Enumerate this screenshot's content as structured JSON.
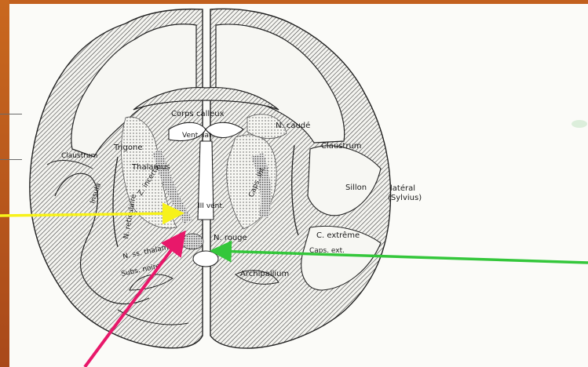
{
  "labels": {
    "corps_calleux": "Corps calleux",
    "vent_lat": "Vent. lat.",
    "n_caude": "N. caudé",
    "trigone": "Trigone",
    "claustrum_left": "Claustrum",
    "claustrum_right": "Claustrum",
    "thalamus": "Thalamus",
    "z_incerta": "Z. incerta",
    "n_reticulaire": "N. reticulaire",
    "iii_vent": "III vent.",
    "caps_int": "Caps. int.",
    "sillon": "Sillon",
    "lateral_sylvius_1": "latéral",
    "lateral_sylvius_2": "(Sylvius)",
    "insula": "Insula",
    "n_rouge": "N. rouge",
    "c_extreme": "C. extrême",
    "caps_ext": "Caps. ext.",
    "n_ss_thalam": "N. ss. thalam.",
    "subs_noire": "Subs. noire",
    "archipallium": "Archipallium"
  },
  "colors": {
    "background": "#b8561c",
    "slide": "#fbfbf8",
    "arrow_yellow": "#f7f21a",
    "arrow_green": "#34c73b",
    "arrow_pink": "#e8186a",
    "ink": "#1a1a1a"
  }
}
